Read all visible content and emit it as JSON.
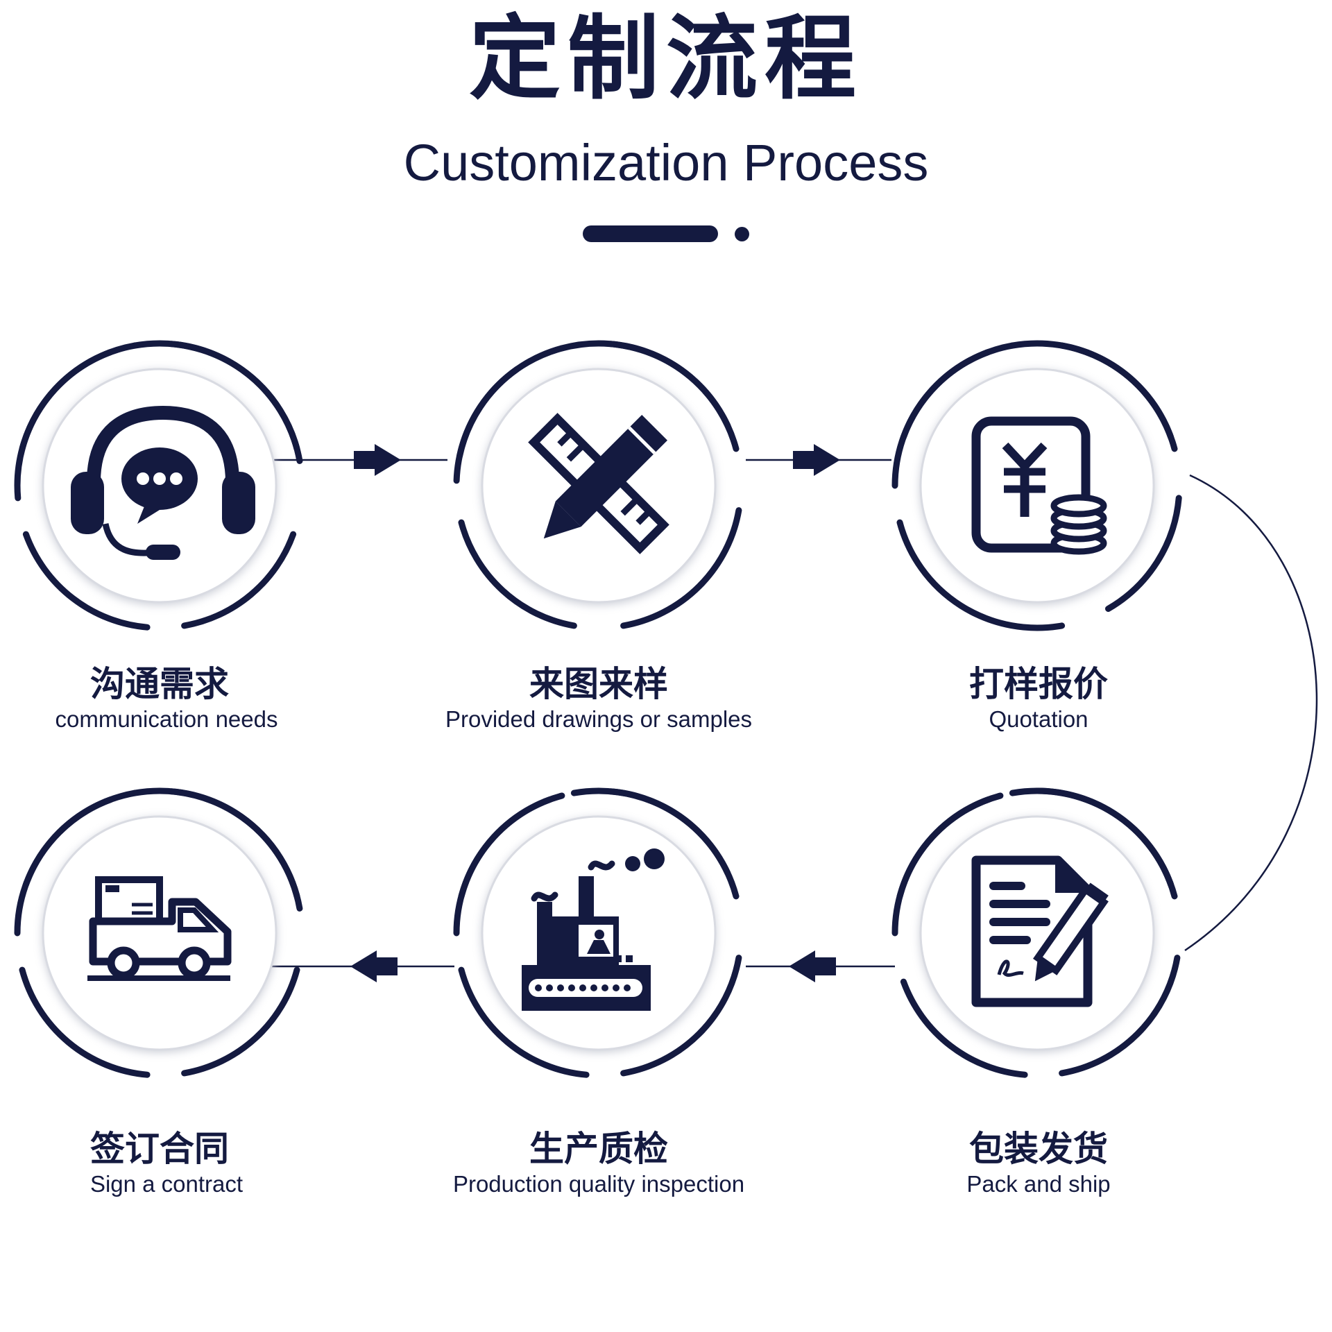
{
  "header": {
    "title_zh": "定制流程",
    "title_en": "Customization Process"
  },
  "colors": {
    "primary": "#141a40",
    "background": "#ffffff",
    "circle_fill": "#ffffff",
    "circle_shadow": "#d9dbe2"
  },
  "steps": [
    {
      "id": "communication",
      "icon": "headset-chat-icon",
      "label_zh": "沟通需求",
      "label_en": "communication needs"
    },
    {
      "id": "drawings",
      "icon": "pencil-ruler-icon",
      "label_zh": "来图来样",
      "label_en": "Provided drawings or samples"
    },
    {
      "id": "quotation",
      "icon": "yuan-coins-icon",
      "label_zh": "打样报价",
      "label_en": "Quotation"
    },
    {
      "id": "pack-ship",
      "icon": "contract-signing-icon",
      "label_zh": "包装发货",
      "label_en": "Pack and ship"
    },
    {
      "id": "production",
      "icon": "factory-icon",
      "label_zh": "生产质检",
      "label_en": "Production quality inspection"
    },
    {
      "id": "contract",
      "icon": "delivery-truck-icon",
      "label_zh": "签订合同",
      "label_en": "Sign a contract"
    }
  ],
  "flow": [
    {
      "from": "communication",
      "to": "drawings"
    },
    {
      "from": "drawings",
      "to": "quotation"
    },
    {
      "from": "quotation",
      "to": "pack-ship"
    },
    {
      "from": "pack-ship",
      "to": "production"
    },
    {
      "from": "production",
      "to": "contract"
    }
  ]
}
